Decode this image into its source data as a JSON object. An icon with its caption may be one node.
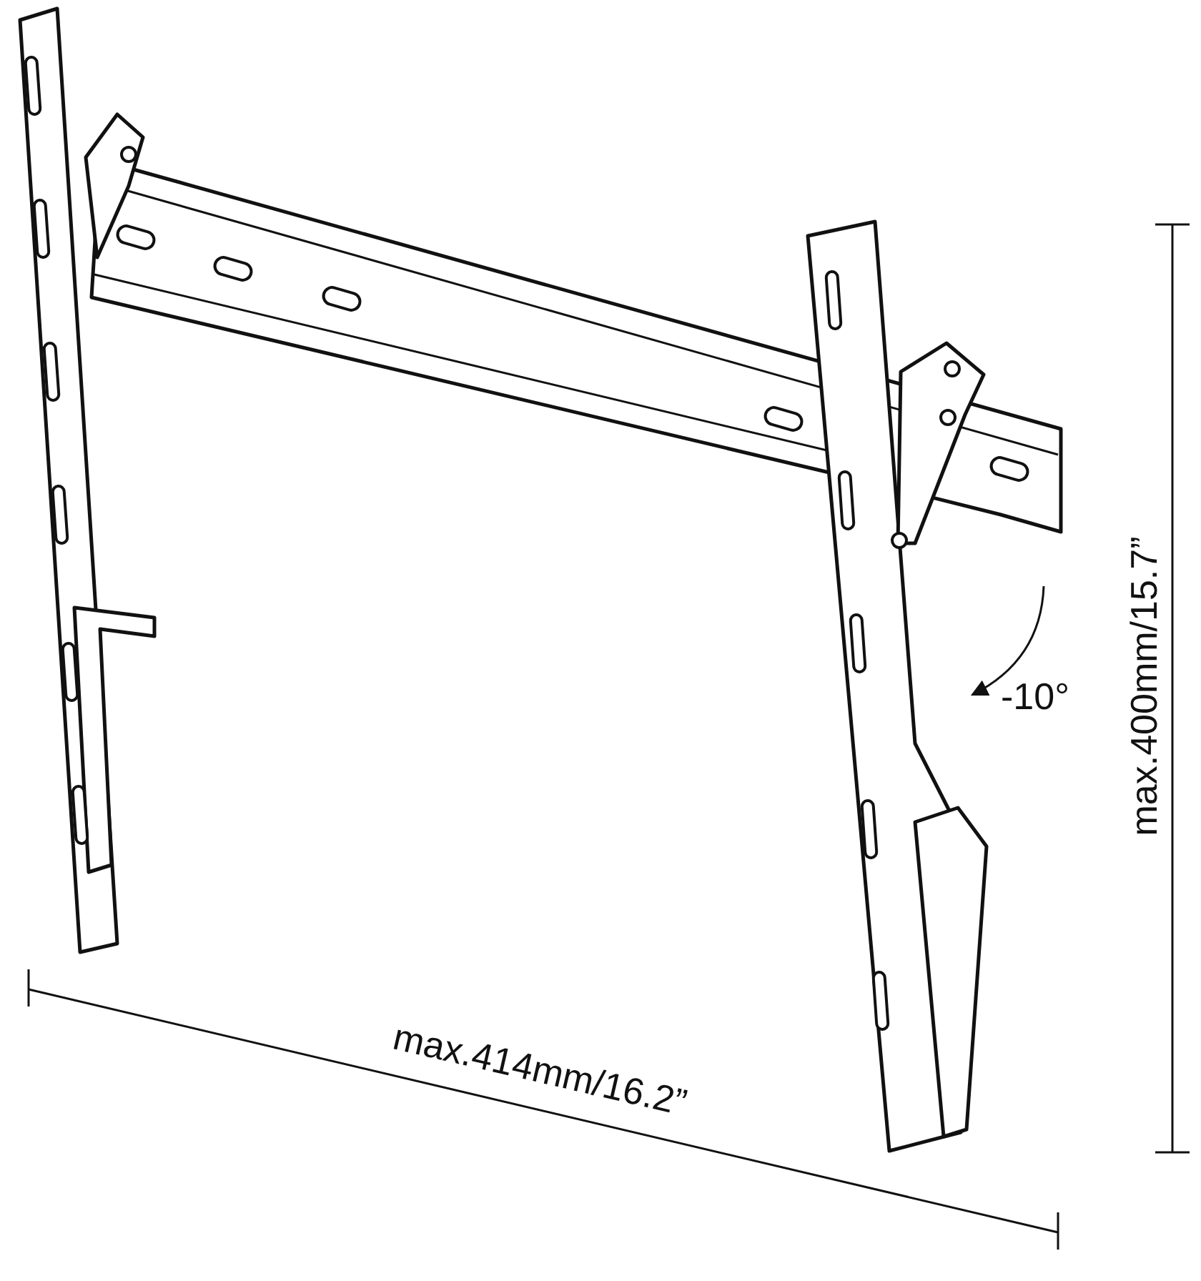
{
  "diagram": {
    "labels": [
      "-10°",
      "max.400mm/15.7”",
      "max.414mm/16.2”"
    ]
  }
}
